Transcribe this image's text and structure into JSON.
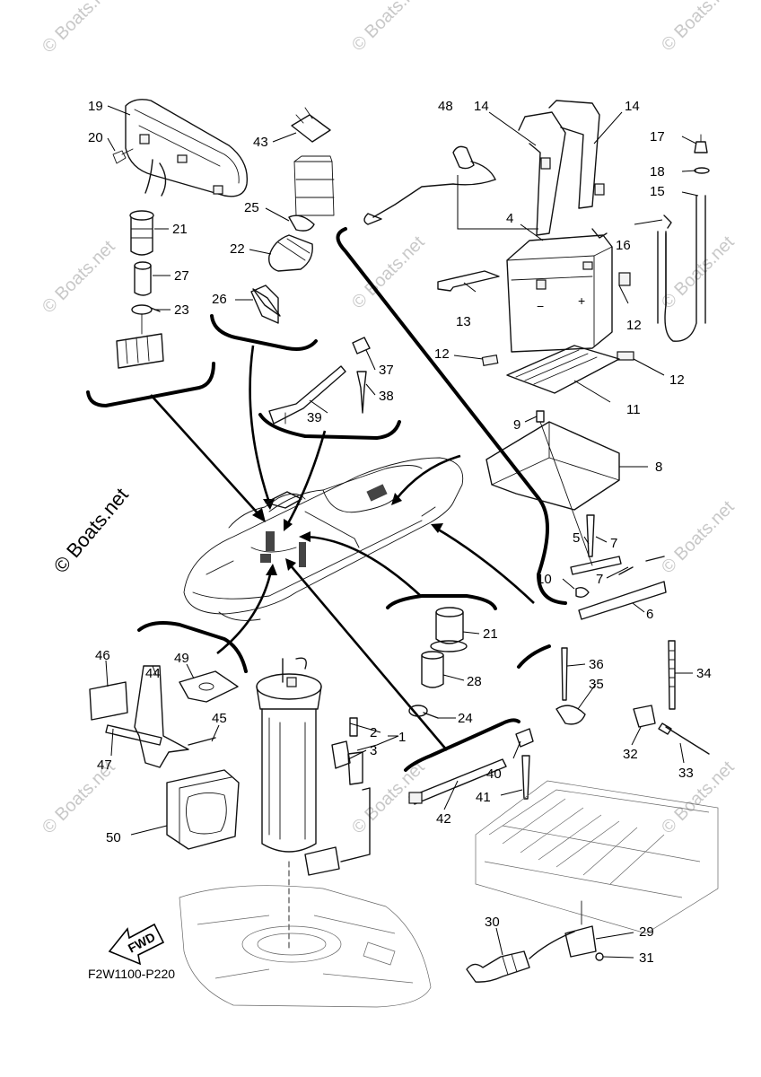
{
  "diagram_code": "F2W1100-P220",
  "copyright": "© Boats.net",
  "watermark": "© Boats.net",
  "direction_label": "FWD",
  "callouts": [
    {
      "id": "19",
      "text": "19"
    },
    {
      "id": "20",
      "text": "20"
    },
    {
      "id": "21a",
      "text": "21"
    },
    {
      "id": "27",
      "text": "27"
    },
    {
      "id": "23",
      "text": "23"
    },
    {
      "id": "43",
      "text": "43"
    },
    {
      "id": "25",
      "text": "25"
    },
    {
      "id": "22",
      "text": "22"
    },
    {
      "id": "26",
      "text": "26"
    },
    {
      "id": "48",
      "text": "48"
    },
    {
      "id": "14a",
      "text": "14"
    },
    {
      "id": "14b",
      "text": "14"
    },
    {
      "id": "17",
      "text": "17"
    },
    {
      "id": "18",
      "text": "18"
    },
    {
      "id": "15",
      "text": "15"
    },
    {
      "id": "4",
      "text": "4"
    },
    {
      "id": "16",
      "text": "16"
    },
    {
      "id": "13",
      "text": "13"
    },
    {
      "id": "12a",
      "text": "12"
    },
    {
      "id": "12b",
      "text": "12"
    },
    {
      "id": "12c",
      "text": "12"
    },
    {
      "id": "11",
      "text": "11"
    },
    {
      "id": "37",
      "text": "37"
    },
    {
      "id": "38",
      "text": "38"
    },
    {
      "id": "39",
      "text": "39"
    },
    {
      "id": "9",
      "text": "9"
    },
    {
      "id": "8",
      "text": "8"
    },
    {
      "id": "5",
      "text": "5"
    },
    {
      "id": "7a",
      "text": "7"
    },
    {
      "id": "7b",
      "text": "7"
    },
    {
      "id": "10",
      "text": "10"
    },
    {
      "id": "6",
      "text": "6"
    },
    {
      "id": "21b",
      "text": "21"
    },
    {
      "id": "28",
      "text": "28"
    },
    {
      "id": "24",
      "text": "24"
    },
    {
      "id": "36",
      "text": "36"
    },
    {
      "id": "35",
      "text": "35"
    },
    {
      "id": "34",
      "text": "34"
    },
    {
      "id": "46",
      "text": "46"
    },
    {
      "id": "44",
      "text": "44"
    },
    {
      "id": "49",
      "text": "49"
    },
    {
      "id": "45",
      "text": "45"
    },
    {
      "id": "47",
      "text": "47"
    },
    {
      "id": "2",
      "text": "2"
    },
    {
      "id": "1",
      "text": "1"
    },
    {
      "id": "3",
      "text": "3"
    },
    {
      "id": "40",
      "text": "40"
    },
    {
      "id": "41",
      "text": "41"
    },
    {
      "id": "42",
      "text": "42"
    },
    {
      "id": "32",
      "text": "32"
    },
    {
      "id": "33",
      "text": "33"
    },
    {
      "id": "50",
      "text": "50"
    },
    {
      "id": "30",
      "text": "30"
    },
    {
      "id": "29",
      "text": "29"
    },
    {
      "id": "31",
      "text": "31"
    }
  ]
}
